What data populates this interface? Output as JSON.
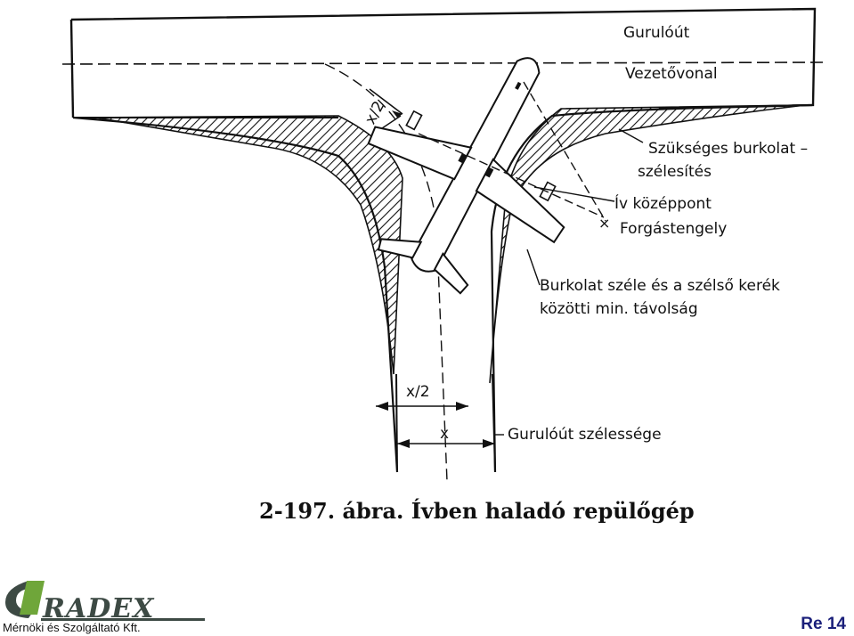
{
  "labels": {
    "taxiway": "Gurulóút",
    "guideline": "Vezetővonal",
    "widening_line1": "Szükséges  burkolat –",
    "widening_line2": "szélesítés",
    "arc_center": "Ív középpont",
    "rotation_axis": "Forgástengely",
    "edge_line1": "Burkolat széle és a szélső kerék",
    "edge_line2": "közötti  min. távolság",
    "taxiway_width": "Gurulóút szélessége",
    "dim_half_x_top": "x/2",
    "dim_half_x": "x/2",
    "dim_x": "x"
  },
  "caption": "2-197. ábra. Ívben haladó repülőgép",
  "footer": {
    "logo_text": "RADEX",
    "company": "Mérnöki és Szolgáltató Kft.",
    "page": "Re 14"
  },
  "colors": {
    "ink": "#111111",
    "logo_dark": "#3d4a44",
    "logo_green": "#6fa63a",
    "page_number": "#1a1f7a"
  }
}
